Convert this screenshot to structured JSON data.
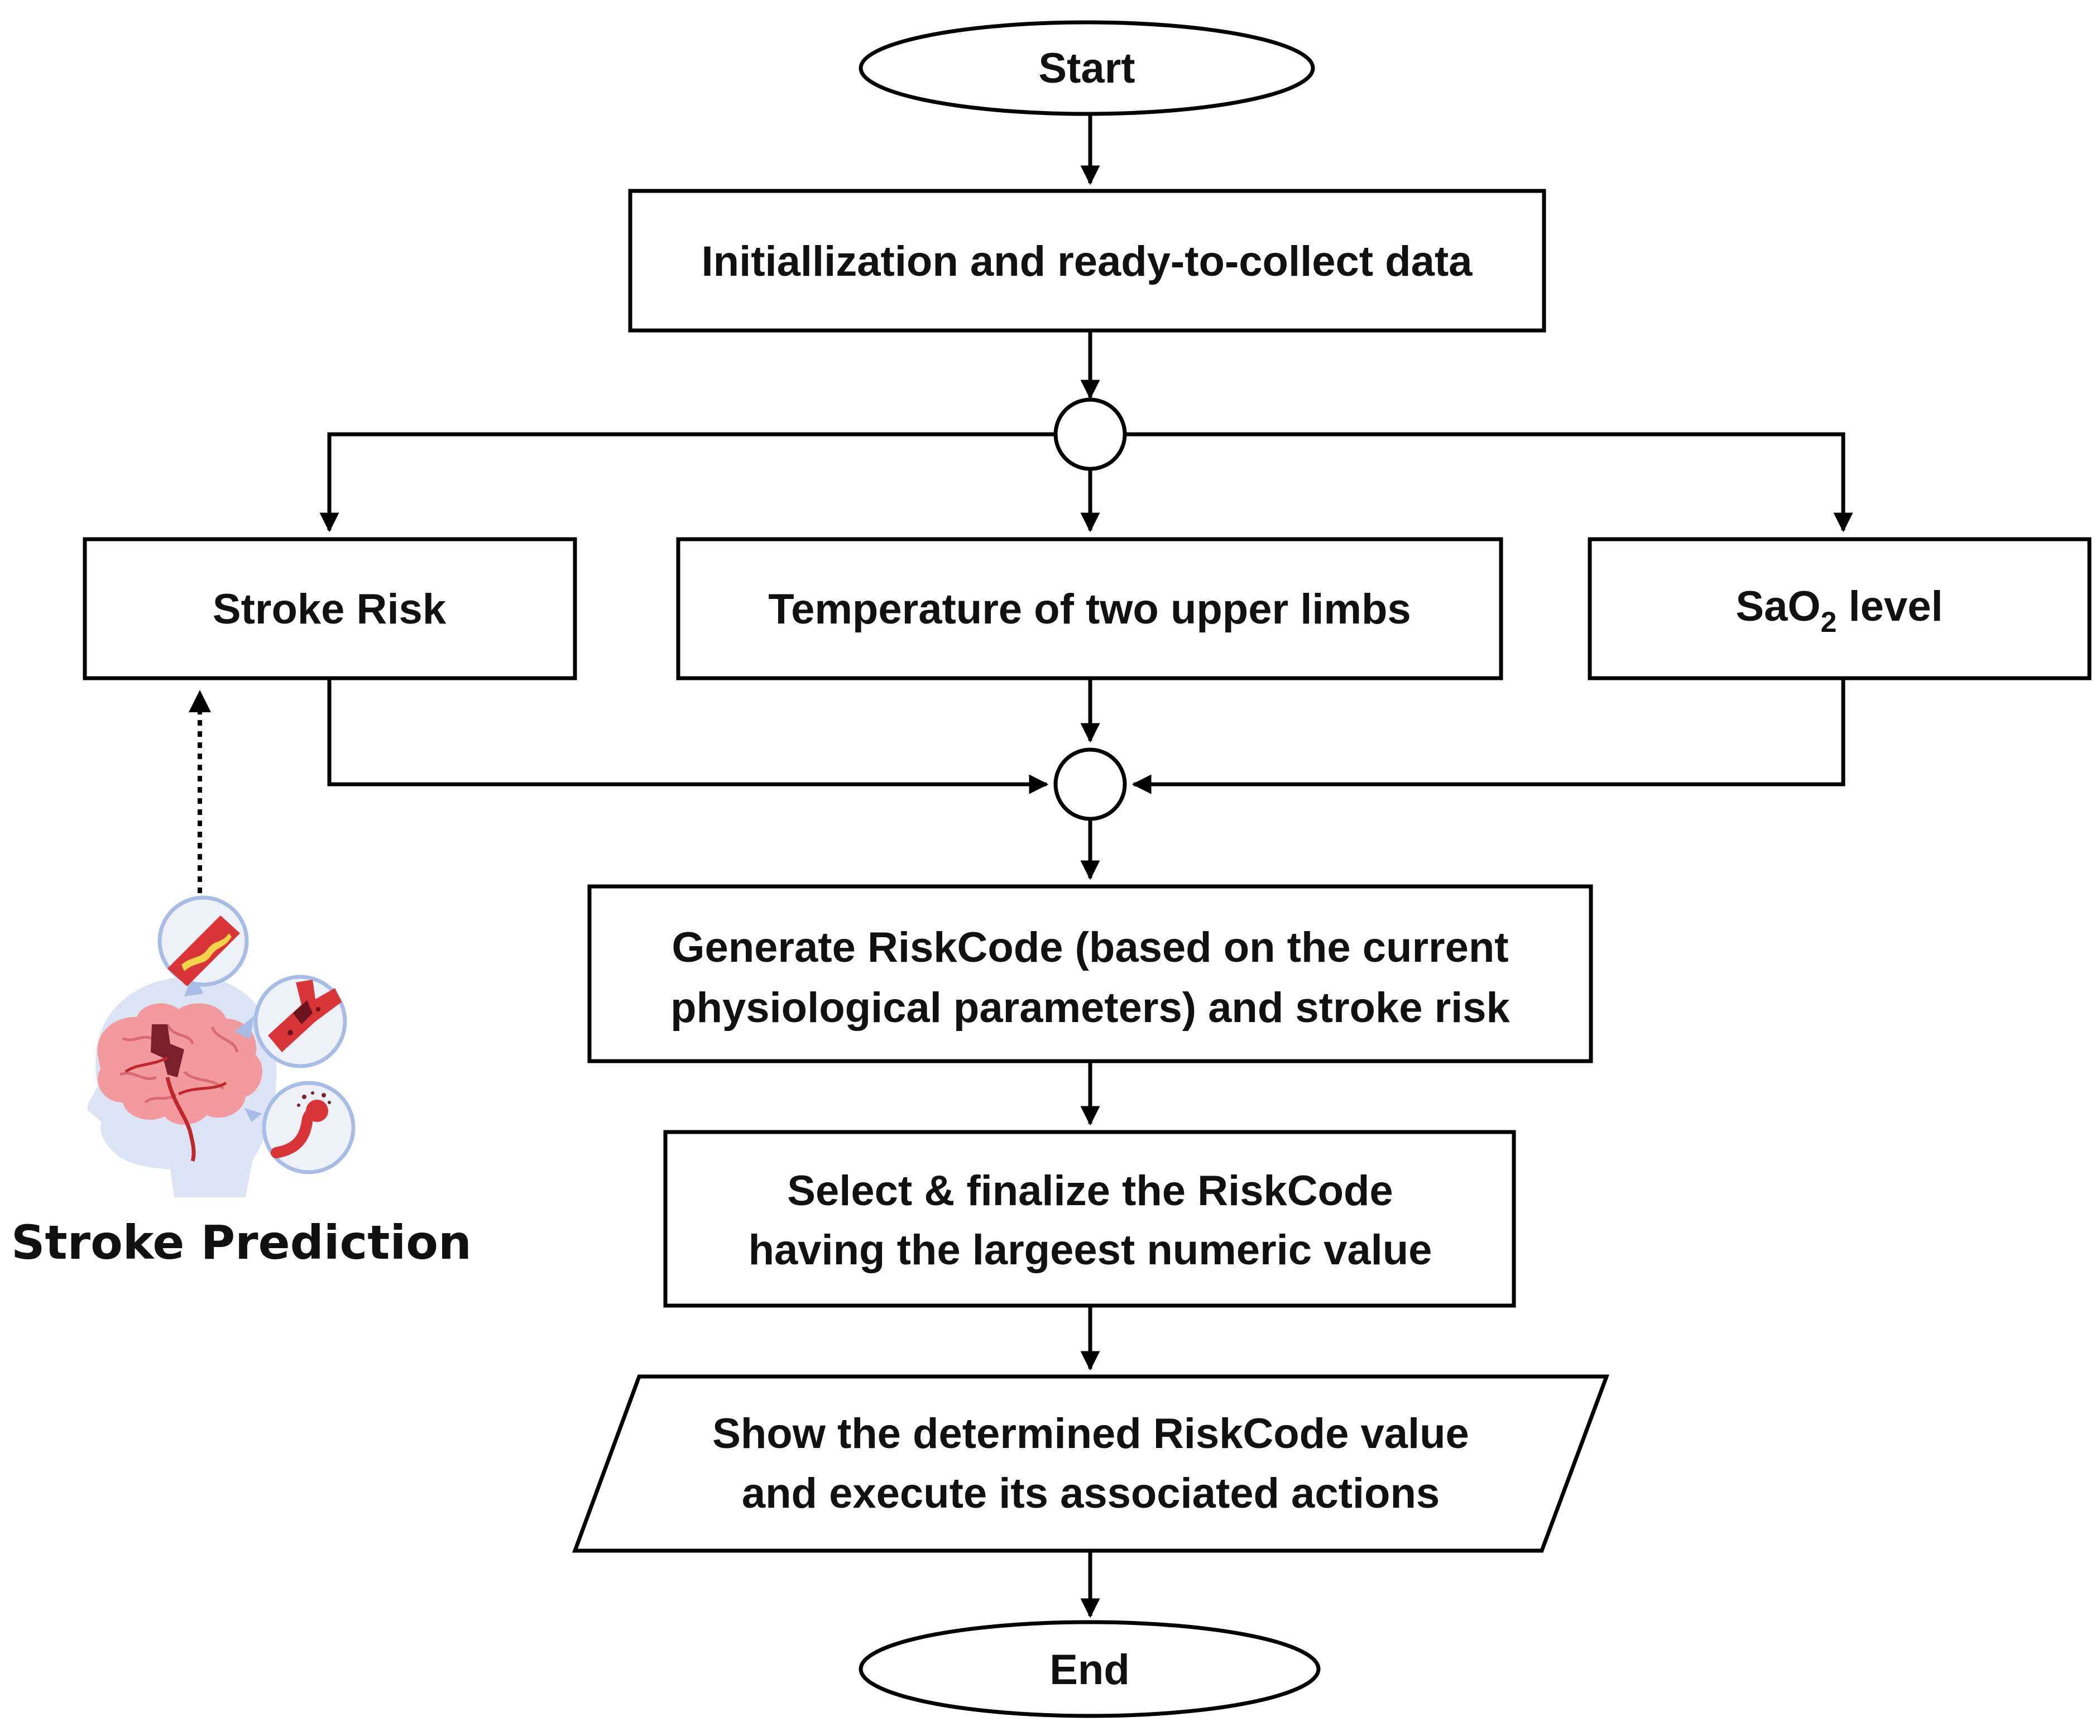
{
  "flowchart": {
    "start": "Start",
    "init": "Initiallization and ready-to-collect data",
    "inputs": {
      "stroke_risk": "Stroke Risk",
      "temperature": "Temperature of two upper limbs",
      "sao2_prefix": "SaO",
      "sao2_sub": "2",
      "sao2_suffix": " level"
    },
    "generate": {
      "line1": "Generate RiskCode (based on the current",
      "line2": "physiological parameters) and stroke risk"
    },
    "select": {
      "line1": "Select & finalize the RiskCode",
      "line2": "having the largeest numeric value"
    },
    "show": {
      "line1": "Show the determined RiskCode value",
      "line2": "and execute its associated actions"
    },
    "end": "End"
  },
  "illustration": {
    "caption": "Stroke Prediction",
    "icons": [
      "brain-icon",
      "blocked-artery-icon",
      "clotted-vessel-icon",
      "ruptured-vessel-icon"
    ]
  }
}
